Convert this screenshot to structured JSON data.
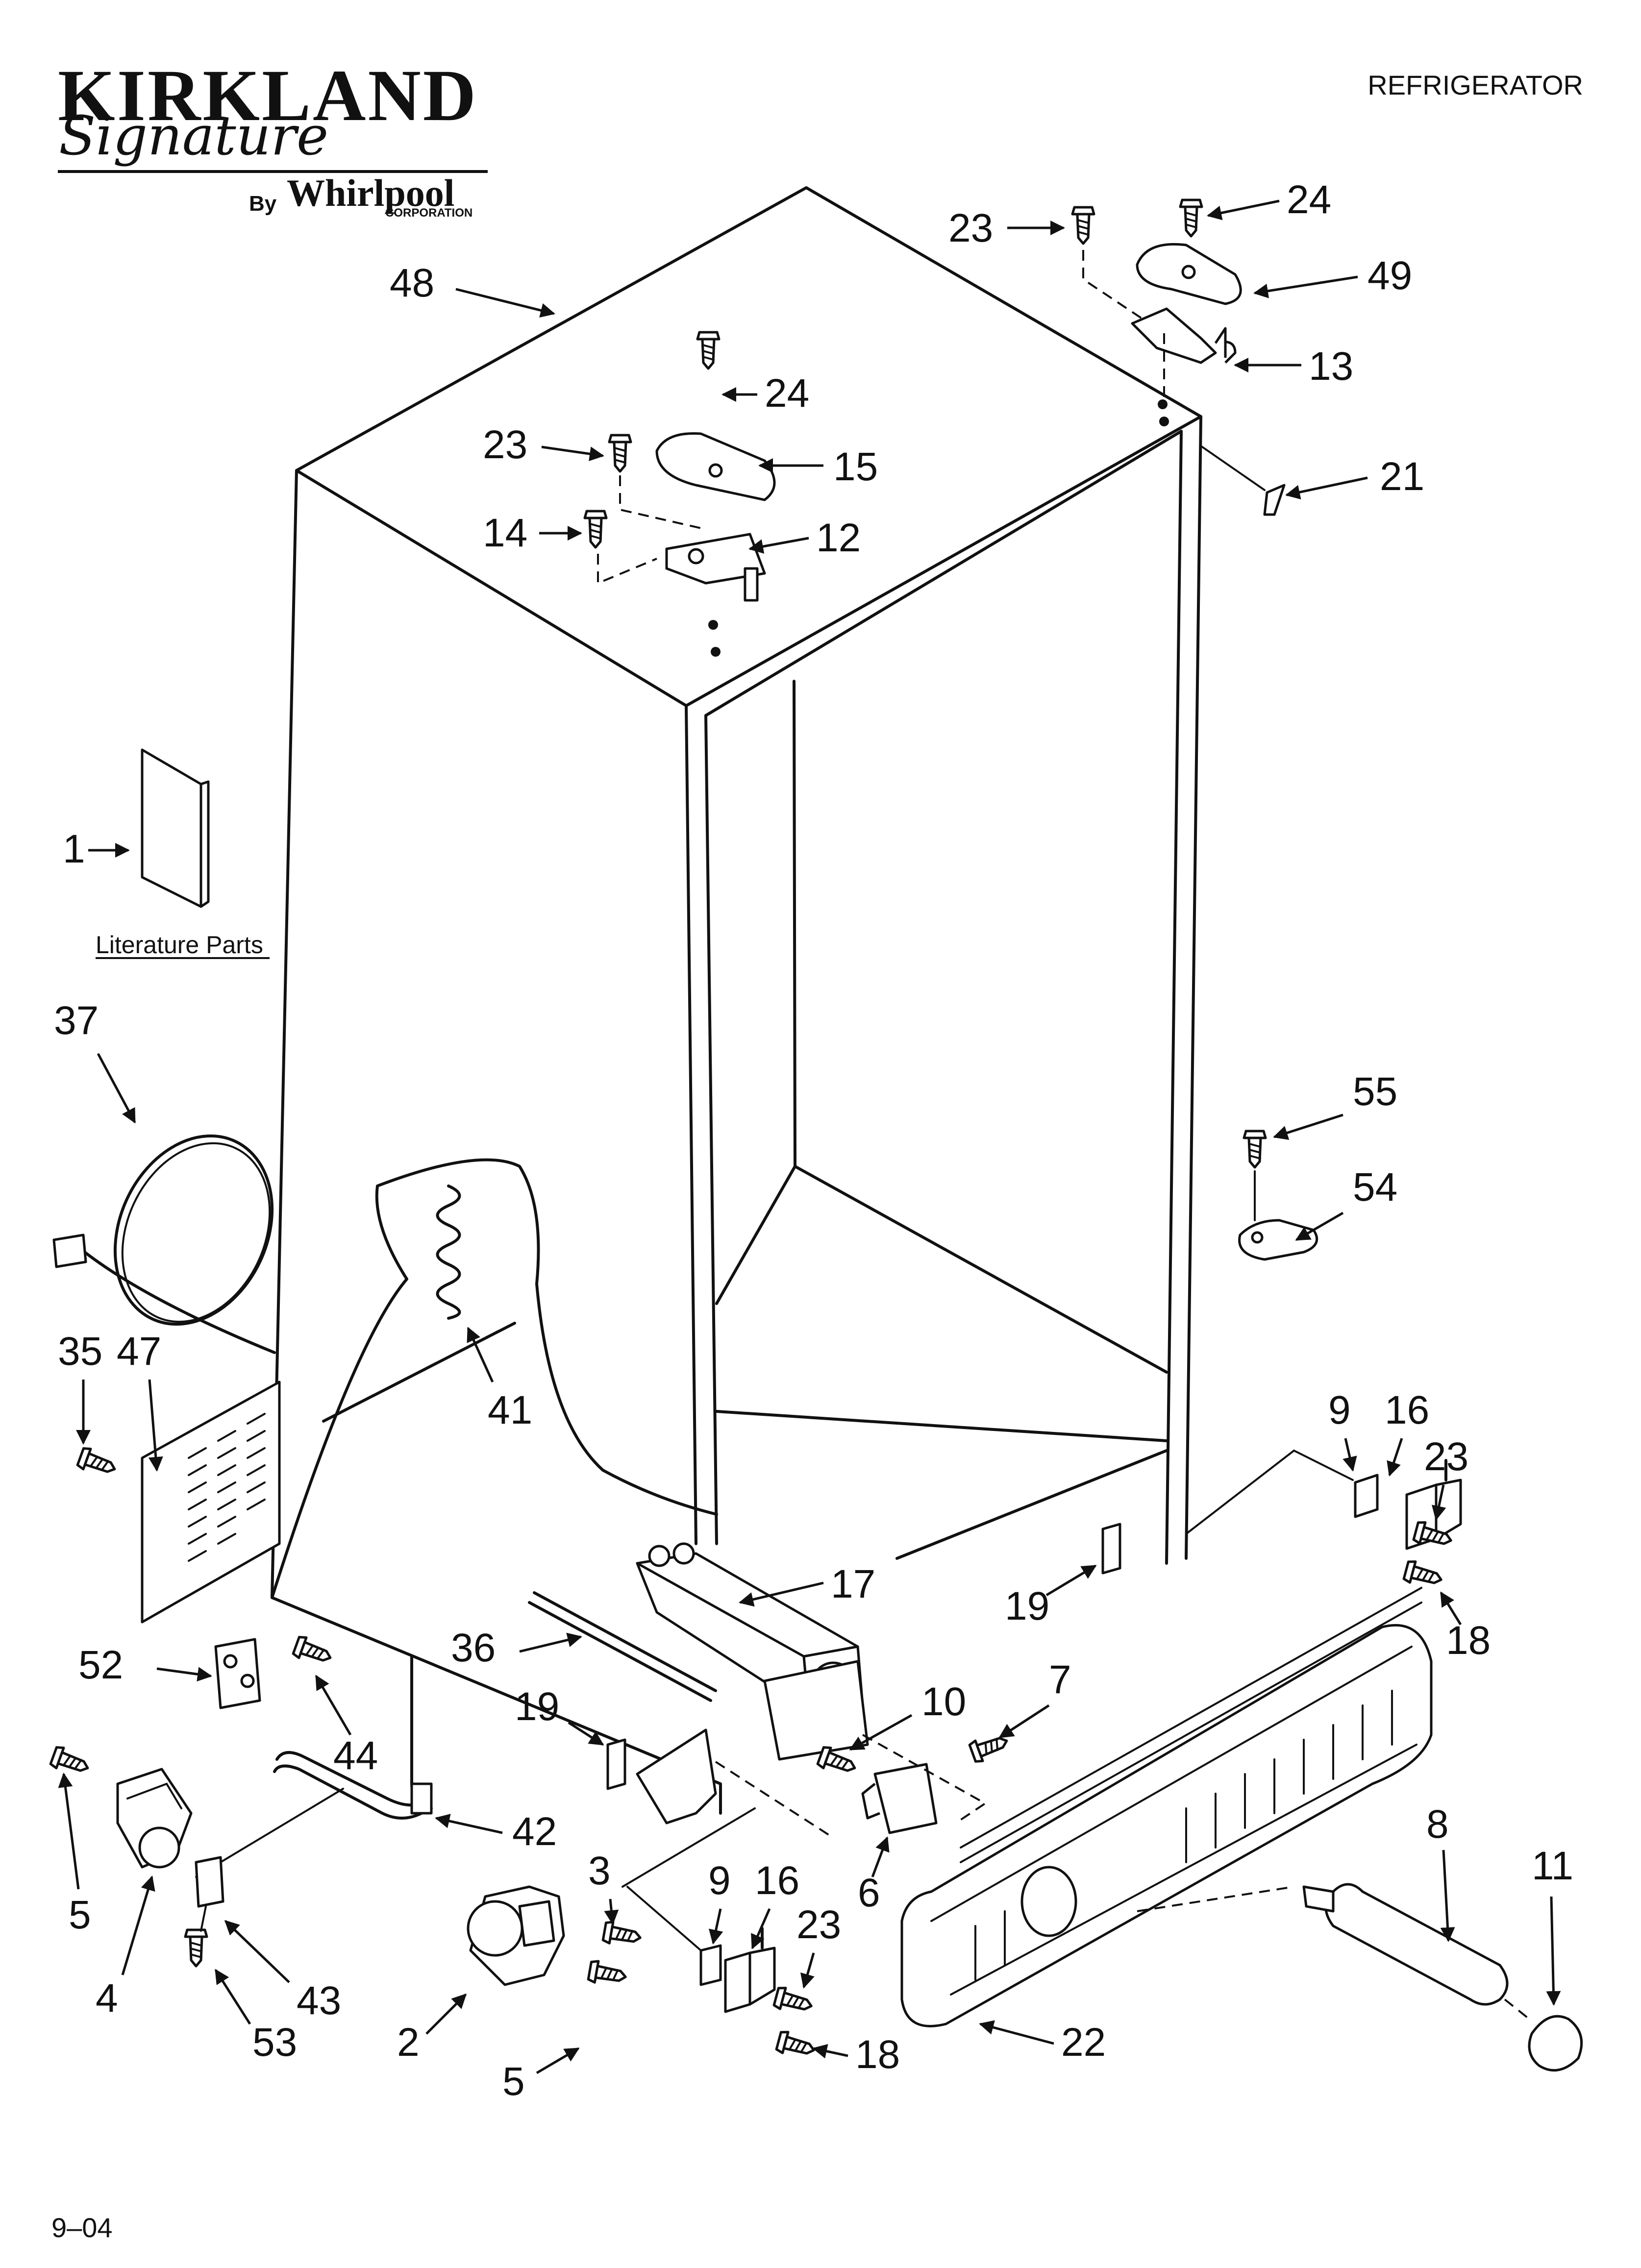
{
  "brand": {
    "name": "KIRKLAND",
    "script": "Signature",
    "by": "By",
    "maker": "Whirlpool",
    "maker_sub": "CORPORATION"
  },
  "header": {
    "title": "REFRIGERATOR"
  },
  "literature": {
    "label": "Literature Parts"
  },
  "footer": {
    "code": "9–04"
  },
  "callouts": {
    "c1": "1",
    "c2": "2",
    "c3": "3",
    "c4": "4",
    "c5a": "5",
    "c5b": "5",
    "c6": "6",
    "c7": "7",
    "c8": "8",
    "c9a": "9",
    "c9b": "9",
    "c10": "10",
    "c11": "11",
    "c12": "12",
    "c13": "13",
    "c14": "14",
    "c15": "15",
    "c16a": "16",
    "c16b": "16",
    "c17": "17",
    "c18a": "18",
    "c18b": "18",
    "c19a": "19",
    "c19b": "19",
    "c21": "21",
    "c22": "22",
    "c23a": "23",
    "c23b": "23",
    "c23c": "23",
    "c23d": "23",
    "c24a": "24",
    "c24b": "24",
    "c35": "35",
    "c36": "36",
    "c37": "37",
    "c41": "41",
    "c42": "42",
    "c43": "43",
    "c44": "44",
    "c47": "47",
    "c48": "48",
    "c49": "49",
    "c52": "52",
    "c53": "53",
    "c54": "54",
    "c55": "55"
  }
}
